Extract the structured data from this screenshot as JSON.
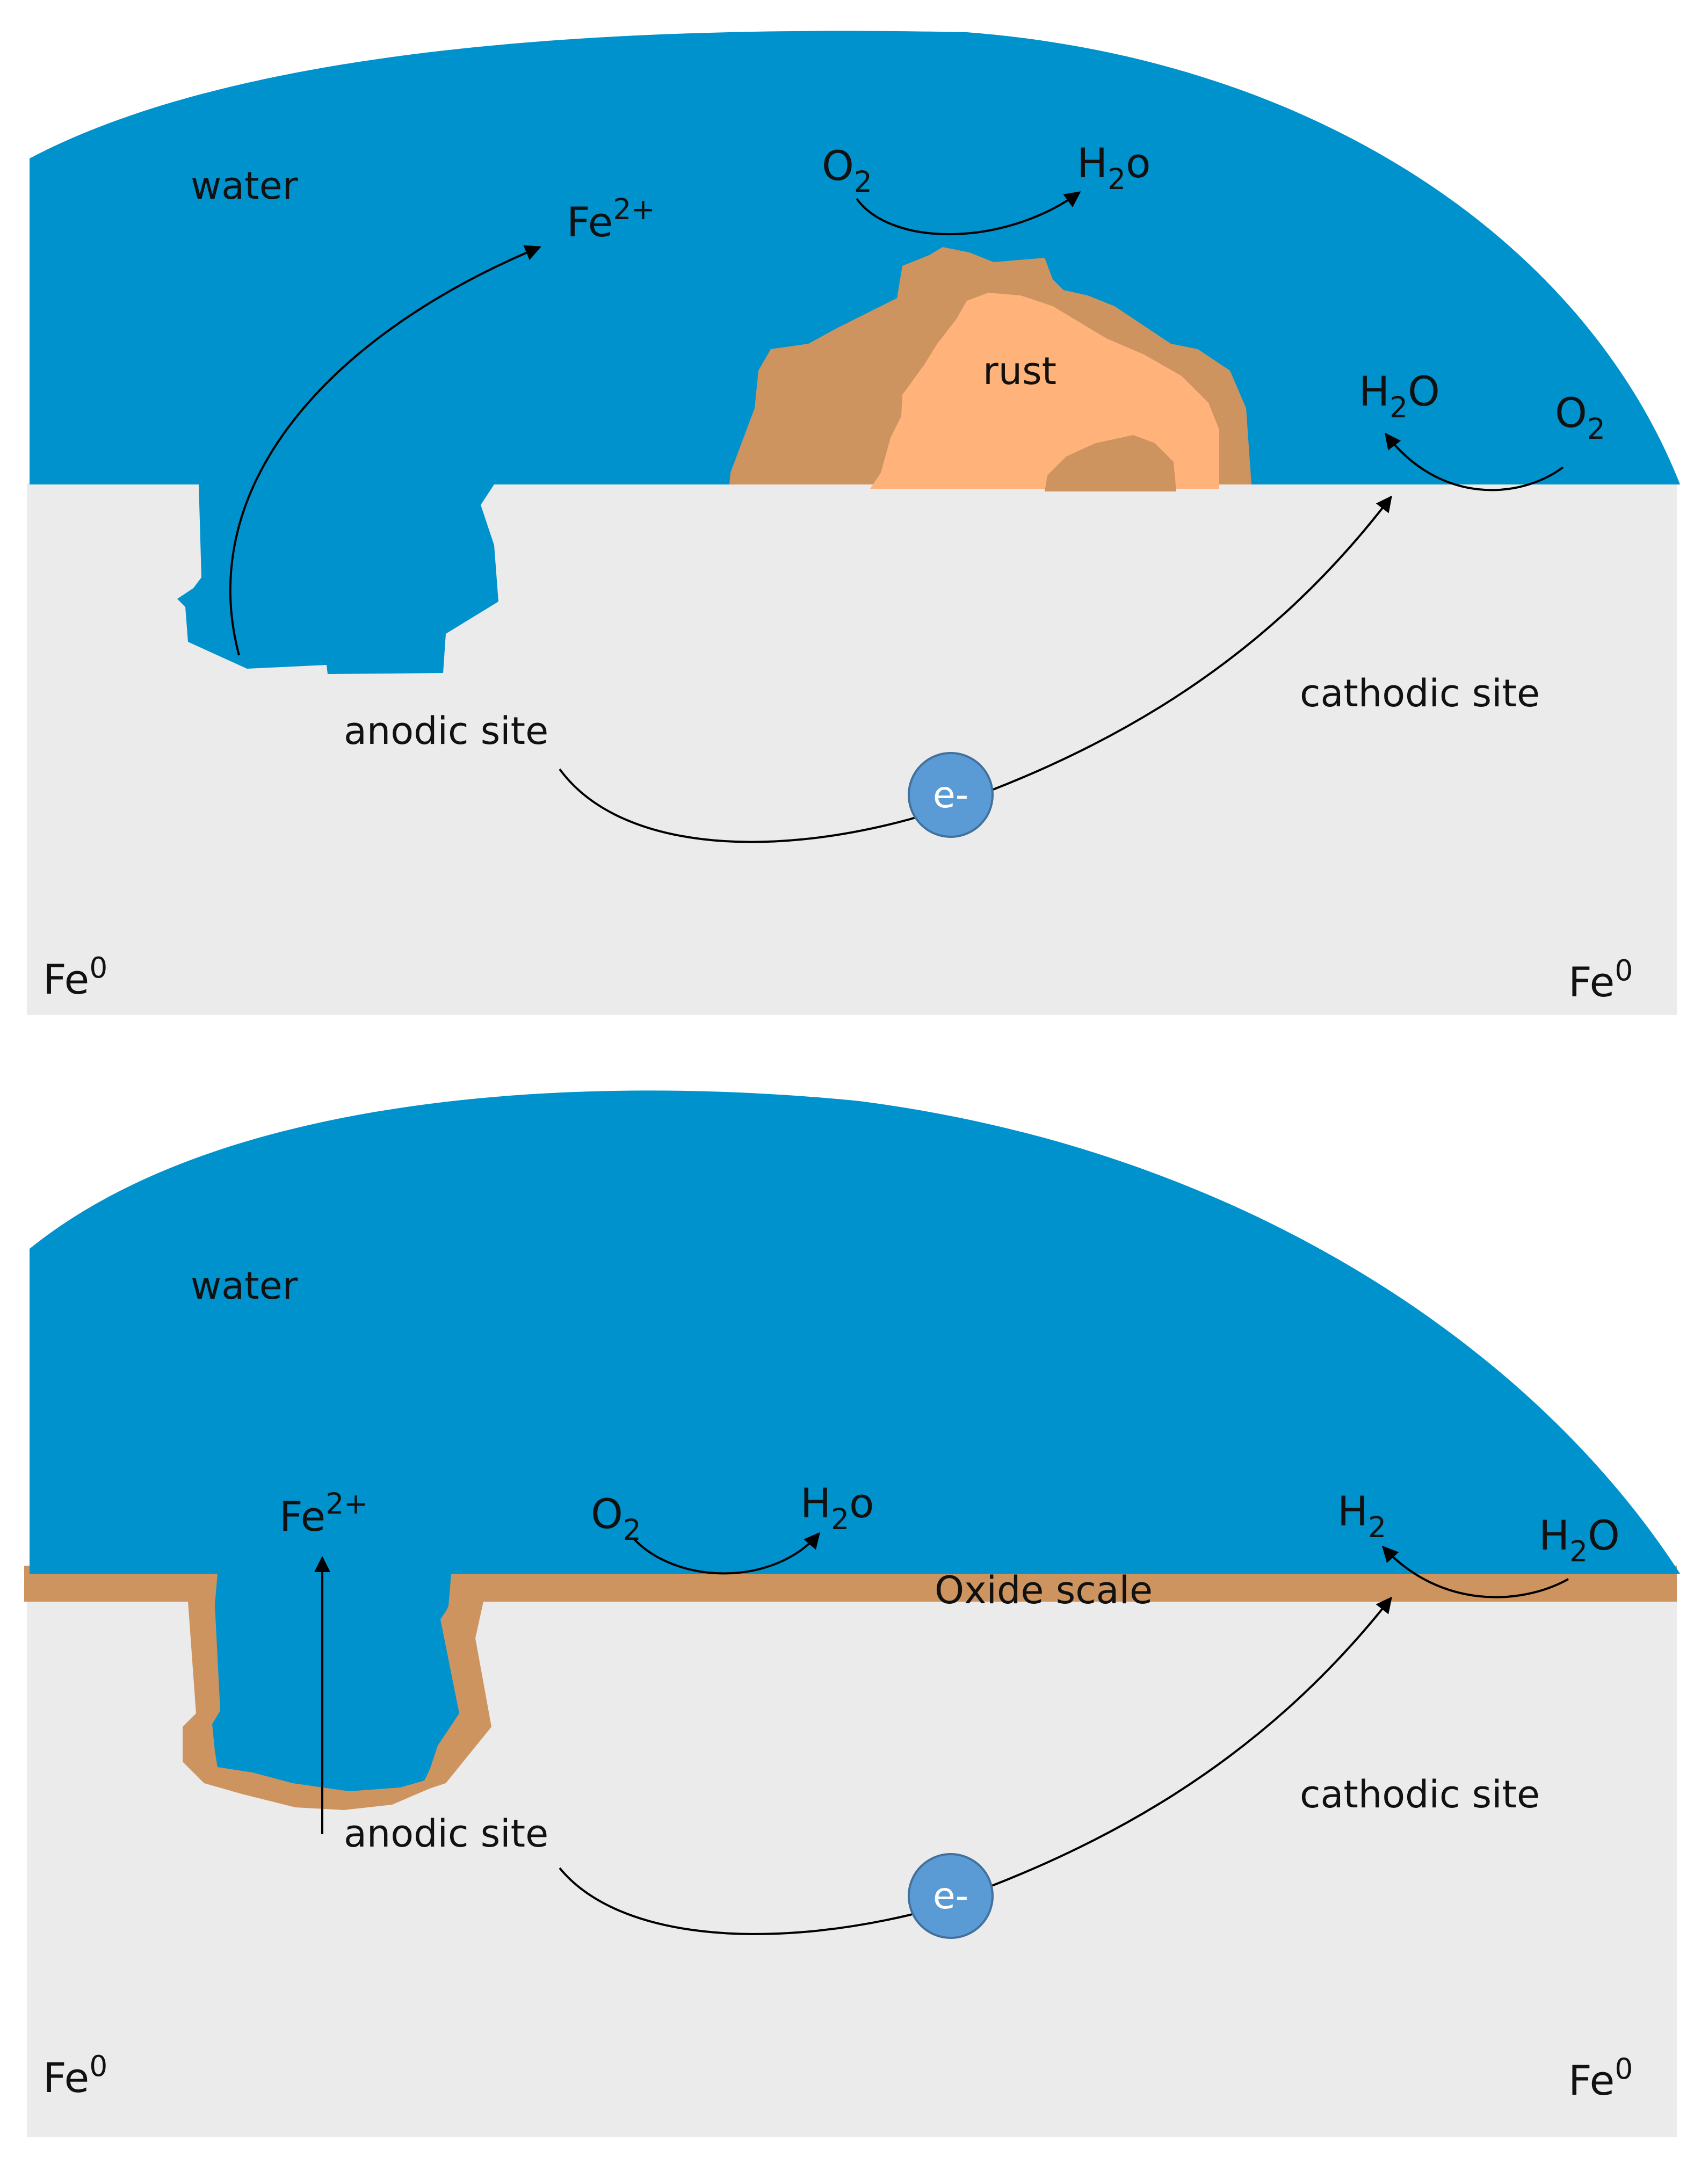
{
  "colors": {
    "water": "#0092CC",
    "metal": "#EBEBEB",
    "rust_dark": "#CD9460",
    "rust_light": "#FFB27A",
    "oxide_scale": "#CD9460",
    "electron": "#5B9BD5",
    "electron_stroke": "#41719C",
    "arrow": "#000000"
  },
  "top_panel": {
    "water_label": "water",
    "rust_label": "rust",
    "anodic_label": "anodic site",
    "cathodic_label": "cathodic site",
    "electron_label": "e-",
    "fe_left": {
      "base": "Fe",
      "sup": "0"
    },
    "fe_right": {
      "base": "Fe",
      "sup": "0"
    },
    "fe_ion": {
      "base": "Fe",
      "sup": "2+"
    },
    "o2_upper": {
      "base": "O",
      "sub": "2"
    },
    "h2o_upper": {
      "pre": "H",
      "sub": "2",
      "post": "o"
    },
    "h2o_lower": {
      "pre": "H",
      "sub": "2",
      "post": "O"
    },
    "o2_lower": {
      "base": "O",
      "sub": "2"
    }
  },
  "bottom_panel": {
    "water_label": "water",
    "oxide_label": "Oxide scale",
    "anodic_label": "anodic site",
    "cathodic_label": "cathodic site",
    "electron_label": "e-",
    "fe_left": {
      "base": "Fe",
      "sup": "0"
    },
    "fe_right": {
      "base": "Fe",
      "sup": "0"
    },
    "fe_ion": {
      "base": "Fe",
      "sup": "2+"
    },
    "o2": {
      "base": "O",
      "sub": "2"
    },
    "h2o_mid": {
      "pre": "H",
      "sub": "2",
      "post": "o"
    },
    "h2": {
      "base": "H",
      "sub": "2"
    },
    "h2o_right": {
      "pre": "H",
      "sub": "2",
      "post": "O"
    }
  }
}
